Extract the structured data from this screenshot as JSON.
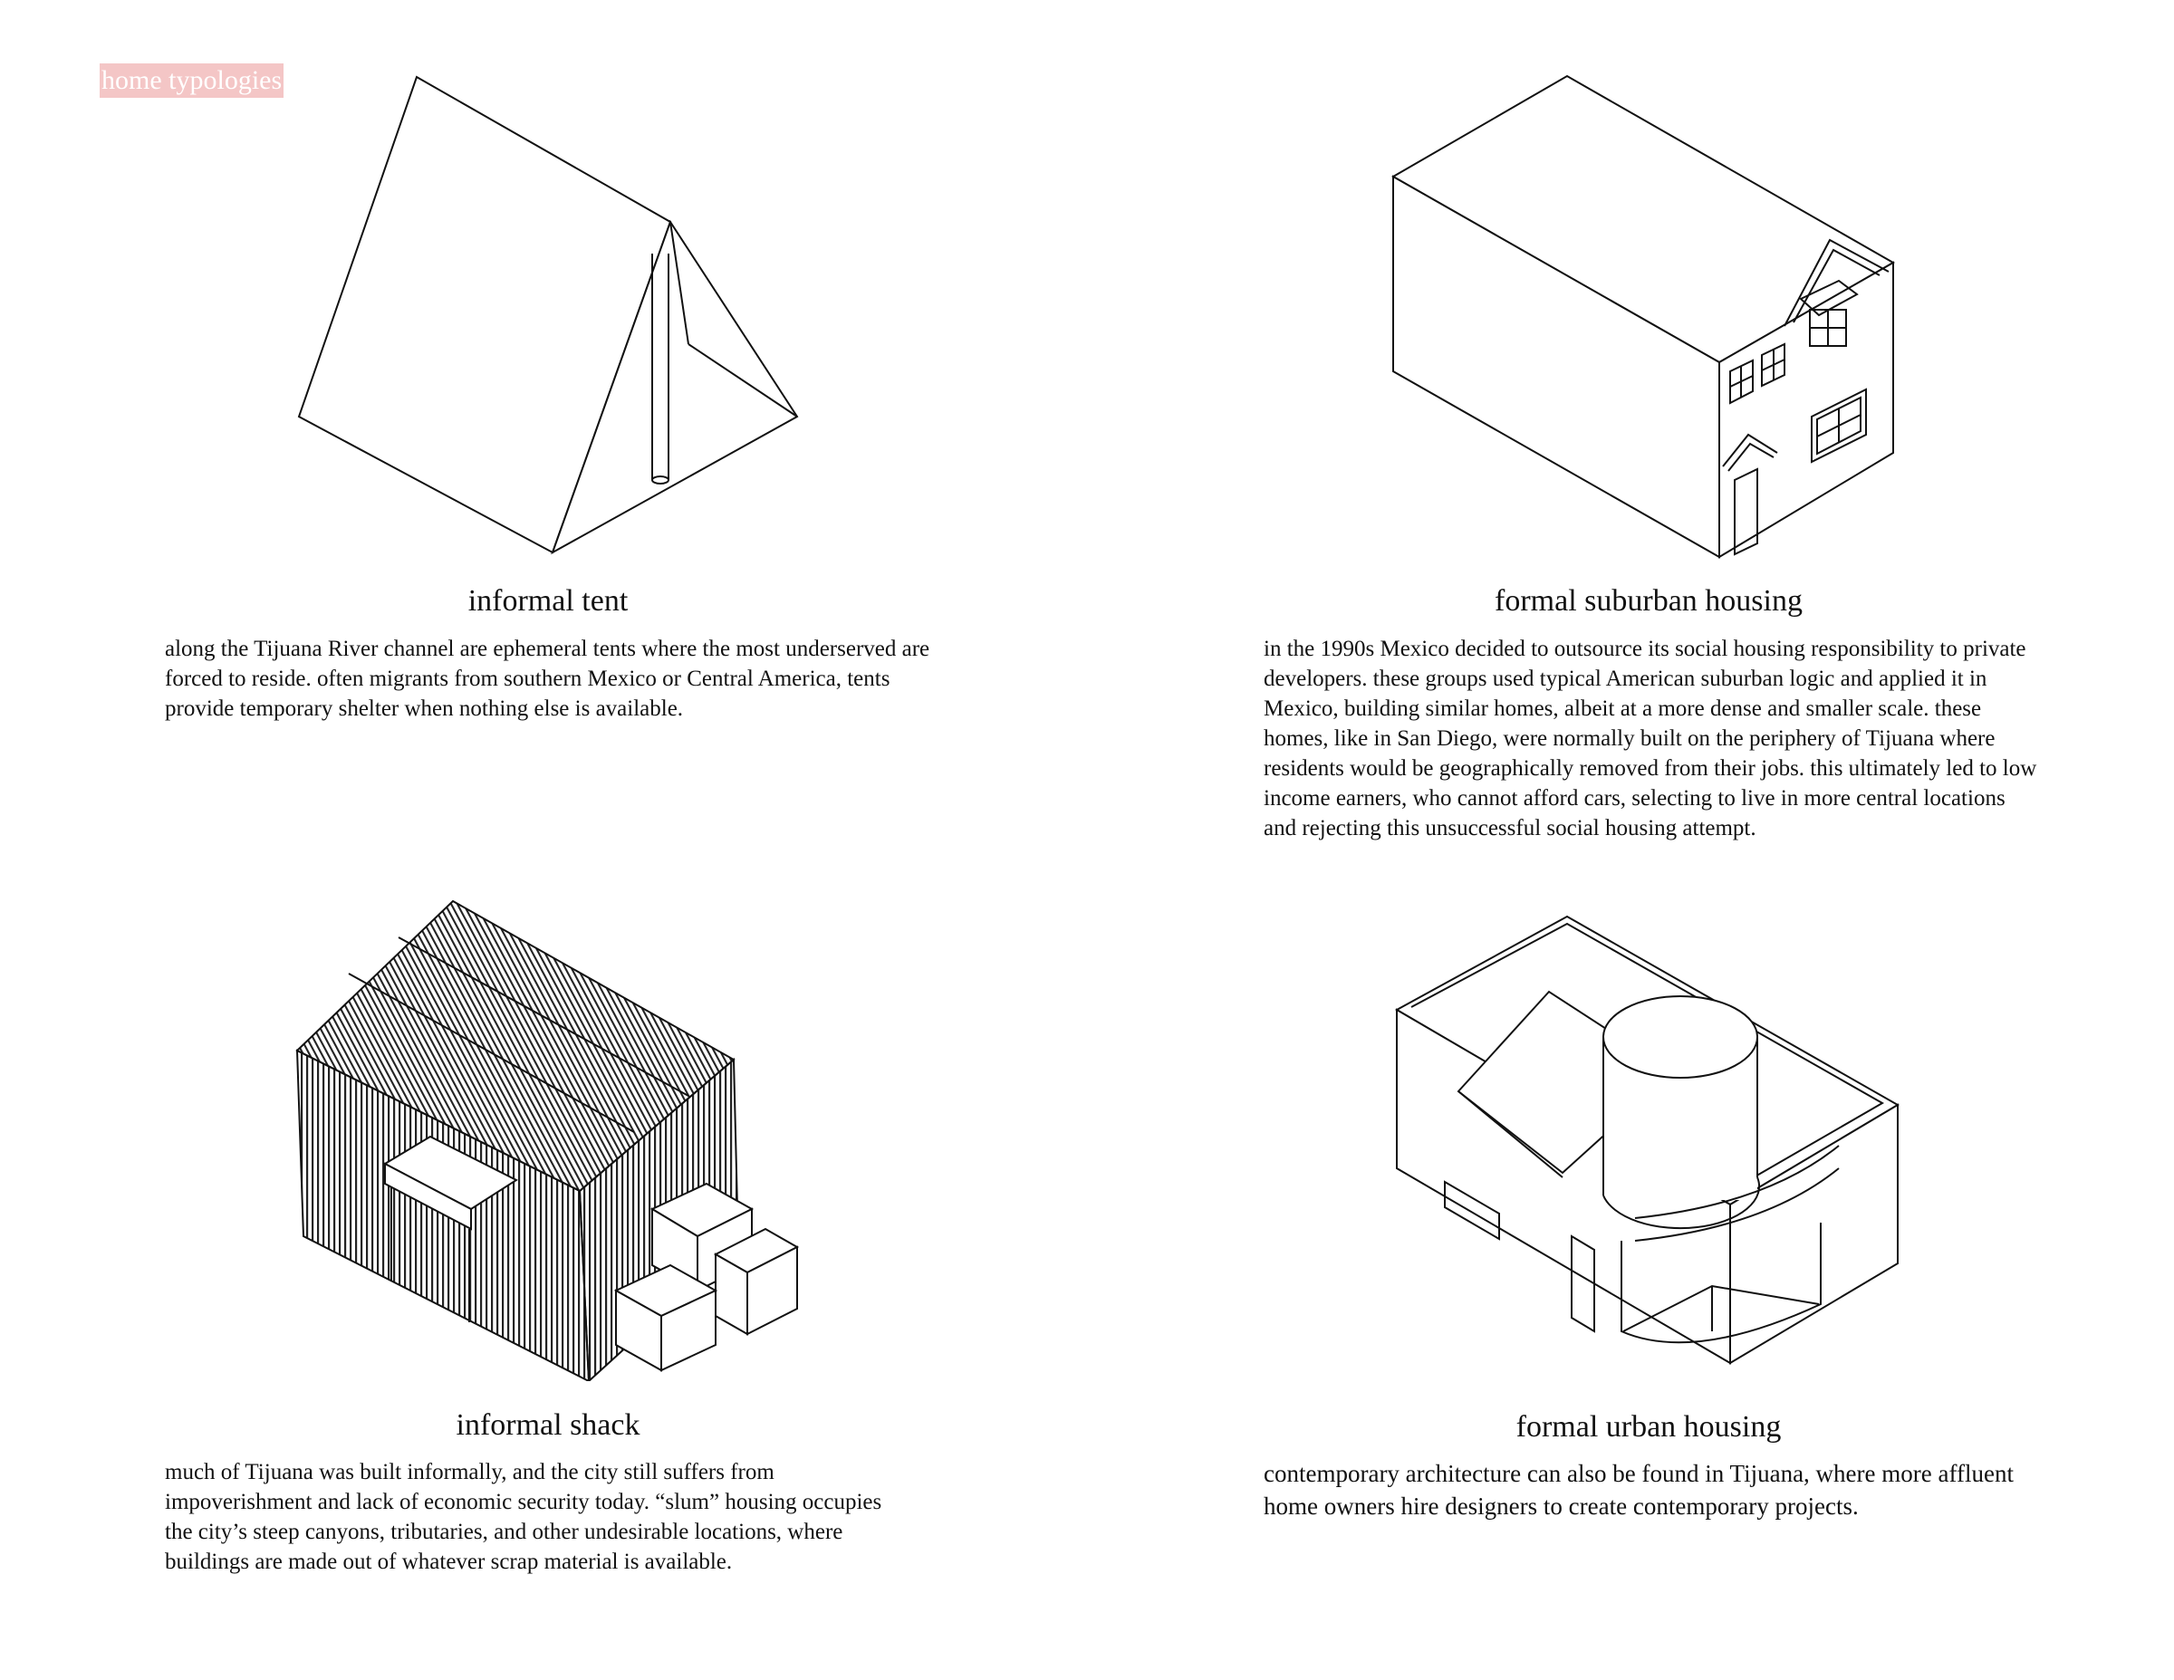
{
  "page": {
    "section_tag": "home typologies",
    "accent_color": "#f4c6c6"
  },
  "typologies": [
    {
      "title": "informal tent",
      "description": "along the Tijuana River channel are ephemeral tents where the most underserved are forced to reside. often migrants from southern Mexico or Central America, tents provide temporary shelter when nothing else is available."
    },
    {
      "title": "formal suburban housing",
      "description": "in the 1990s Mexico decided to outsource its social housing responsibility to private developers. these groups used typical American suburban logic and applied it in Mexico, building similar homes, albeit at a more dense and smaller scale. these homes, like in San Diego, were normally built on the periphery of Tijuana where residents would be geographically removed from their jobs. this ultimately led to low income earners, who cannot afford cars, selecting to live in more central locations and rejecting this unsuccessful social housing attempt."
    },
    {
      "title": "informal shack",
      "description": "much of Tijuana was built informally, and the city still suffers from impoverishment and lack of economic security today. “slum” housing occupies the city’s steep canyons, tributaries, and other undesirable locations, where buildings are made out of whatever scrap material is available."
    },
    {
      "title": "formal urban housing",
      "description": "contemporary architecture can also be found in Tijuana, where more affluent home owners hire designers to create contemporary projects."
    }
  ]
}
